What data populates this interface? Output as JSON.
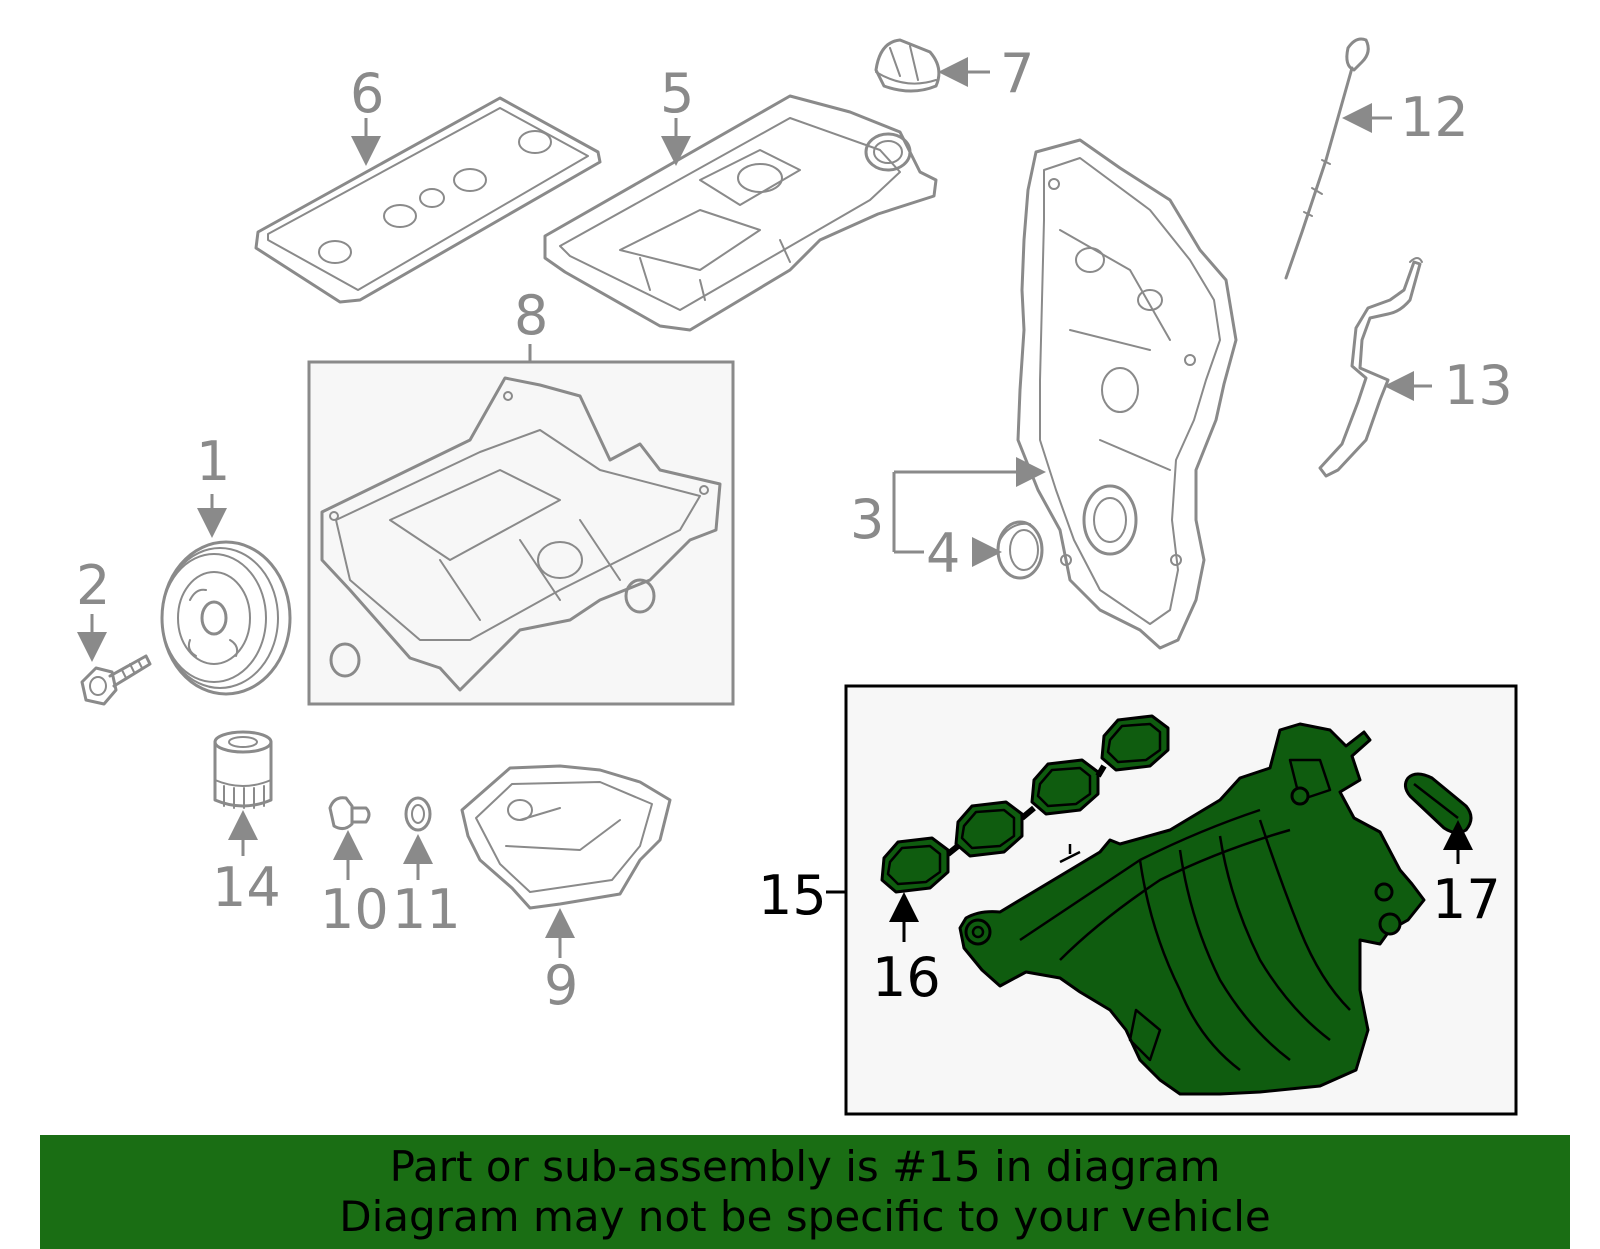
{
  "callouts": {
    "c1": "1",
    "c2": "2",
    "c3": "3",
    "c4": "4",
    "c5": "5",
    "c6": "6",
    "c7": "7",
    "c8": "8",
    "c9": "9",
    "c10": "10",
    "c11": "11",
    "c12": "12",
    "c13": "13",
    "c14": "14",
    "c15": "15",
    "c16": "16",
    "c17": "17"
  },
  "highlight": {
    "part_number": "15",
    "color": "#0f5c0f"
  },
  "footer": {
    "line1": "Part or sub-assembly is #15 in diagram",
    "line2": "Diagram may not be specific to your vehicle",
    "background": "#1a6e14"
  },
  "colors": {
    "part_outline": "#8a8a8a",
    "highlight_outline": "#000000"
  }
}
